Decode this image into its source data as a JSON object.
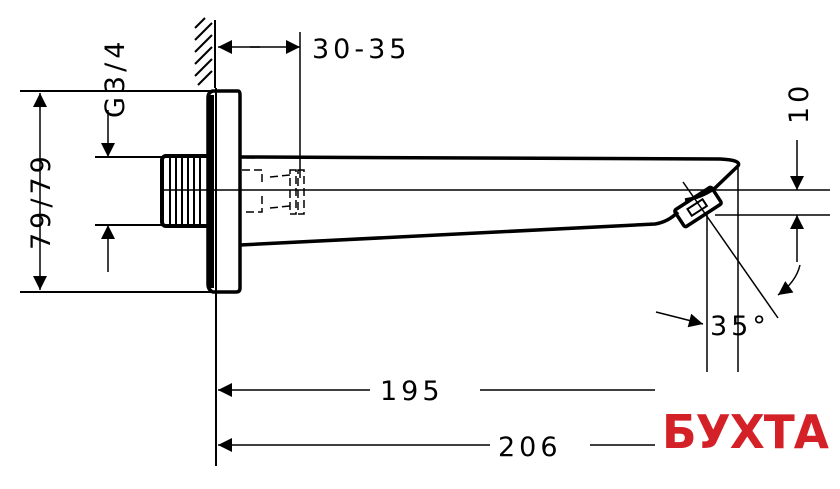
{
  "dimensions": {
    "flange_height": "79/79",
    "thread": "G3/4",
    "wall_distance": "30-35",
    "outlet_offset": "10",
    "angle": "35°",
    "length_short": "195",
    "length_long": "206"
  },
  "logo": {
    "text": "БУХТА",
    "color": "#d42027"
  }
}
